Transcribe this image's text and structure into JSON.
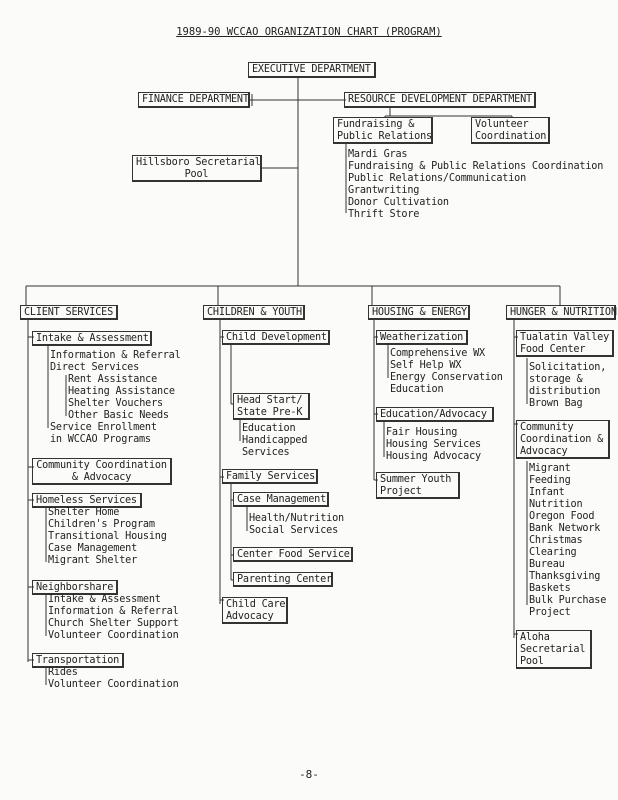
{
  "title": "1989-90 WCCAO ORGANIZATION CHART (PROGRAM)",
  "executive": "EXECUTIVE DEPARTMENT",
  "finance": "FINANCE DEPARTMENT",
  "resource_dev": "RESOURCE DEVELOPMENT DEPARTMENT",
  "fundraising_box": "Fundraising &\nPublic Relations",
  "volunteer_box": "Volunteer\nCoordination",
  "hillsboro_box": "Hillsboro Secretarial\nPool",
  "resource_items": [
    "Mardi Gras",
    "Fundraising & Public Relations Coordination",
    "Public Relations/Communication",
    "Grantwriting",
    "Donor Cultivation",
    "Thrift Store"
  ],
  "client": {
    "header": "CLIENT SERVICES",
    "intake_box": "Intake & Assessment",
    "intake_items": [
      "Information & Referral",
      "Direct Services"
    ],
    "direct_items": [
      "Rent Assistance",
      "Heating Assistance",
      "Shelter Vouchers",
      "Other Basic Needs"
    ],
    "service_enrollment": "Service Enrollment\nin WCCAO Programs",
    "community_box": "Community Coordination\n& Advocacy",
    "homeless_box": "Homeless Services",
    "homeless_items": [
      "Shelter Home",
      "Children's Program",
      "Transitional Housing",
      "Case Management",
      "Migrant Shelter"
    ],
    "neighborshare_box": "Neighborshare",
    "neighborshare_items": [
      "Intake & Assessment",
      "Information & Referral",
      "Church Shelter Support",
      "Volunteer Coordination"
    ],
    "transportation_box": "Transportation",
    "transportation_items": [
      "Rides",
      "Volunteer Coordination"
    ]
  },
  "children": {
    "header": "CHILDREN & YOUTH",
    "child_dev_box": "Child Development",
    "headstart_box": "Head Start/\nState Pre-K",
    "headstart_items": [
      "Education",
      "Handicapped\nServices"
    ],
    "family_box": "Family Services",
    "case_mgmt_box": "Case Management",
    "case_items": [
      "Health/Nutrition",
      "Social Services"
    ],
    "center_food_box": "Center Food Service",
    "parenting_box": "Parenting Center",
    "child_care_box": "Child Care\nAdvocacy"
  },
  "housing": {
    "header": "HOUSING & ENERGY",
    "weather_box": "Weatherization",
    "weather_items": [
      "Comprehensive WX",
      "Self Help WX",
      "Energy Conservation\nEducation"
    ],
    "edu_box": "Education/Advocacy",
    "edu_items": [
      "Fair Housing",
      "Housing Services",
      "Housing Advocacy"
    ],
    "summer_box": "Summer Youth\nProject"
  },
  "hunger": {
    "header": "HUNGER & NUTRITION",
    "tualatin_box": "Tualatin Valley\nFood Center",
    "tualatin_items": [
      "Solicitation,\nstorage &\ndistribution",
      "Brown Bag"
    ],
    "community_box": "Community\nCoordination &\nAdvocacy",
    "community_items": [
      "Migrant\nFeeding",
      "Infant\nNutrition",
      "Oregon Food\nBank Network",
      "Christmas\nClearing\nBureau",
      "Thanksgiving\nBaskets",
      "Bulk Purchase\nProject"
    ],
    "aloha_box": "Aloha\nSecretarial\nPool"
  },
  "page_number": "-8-"
}
